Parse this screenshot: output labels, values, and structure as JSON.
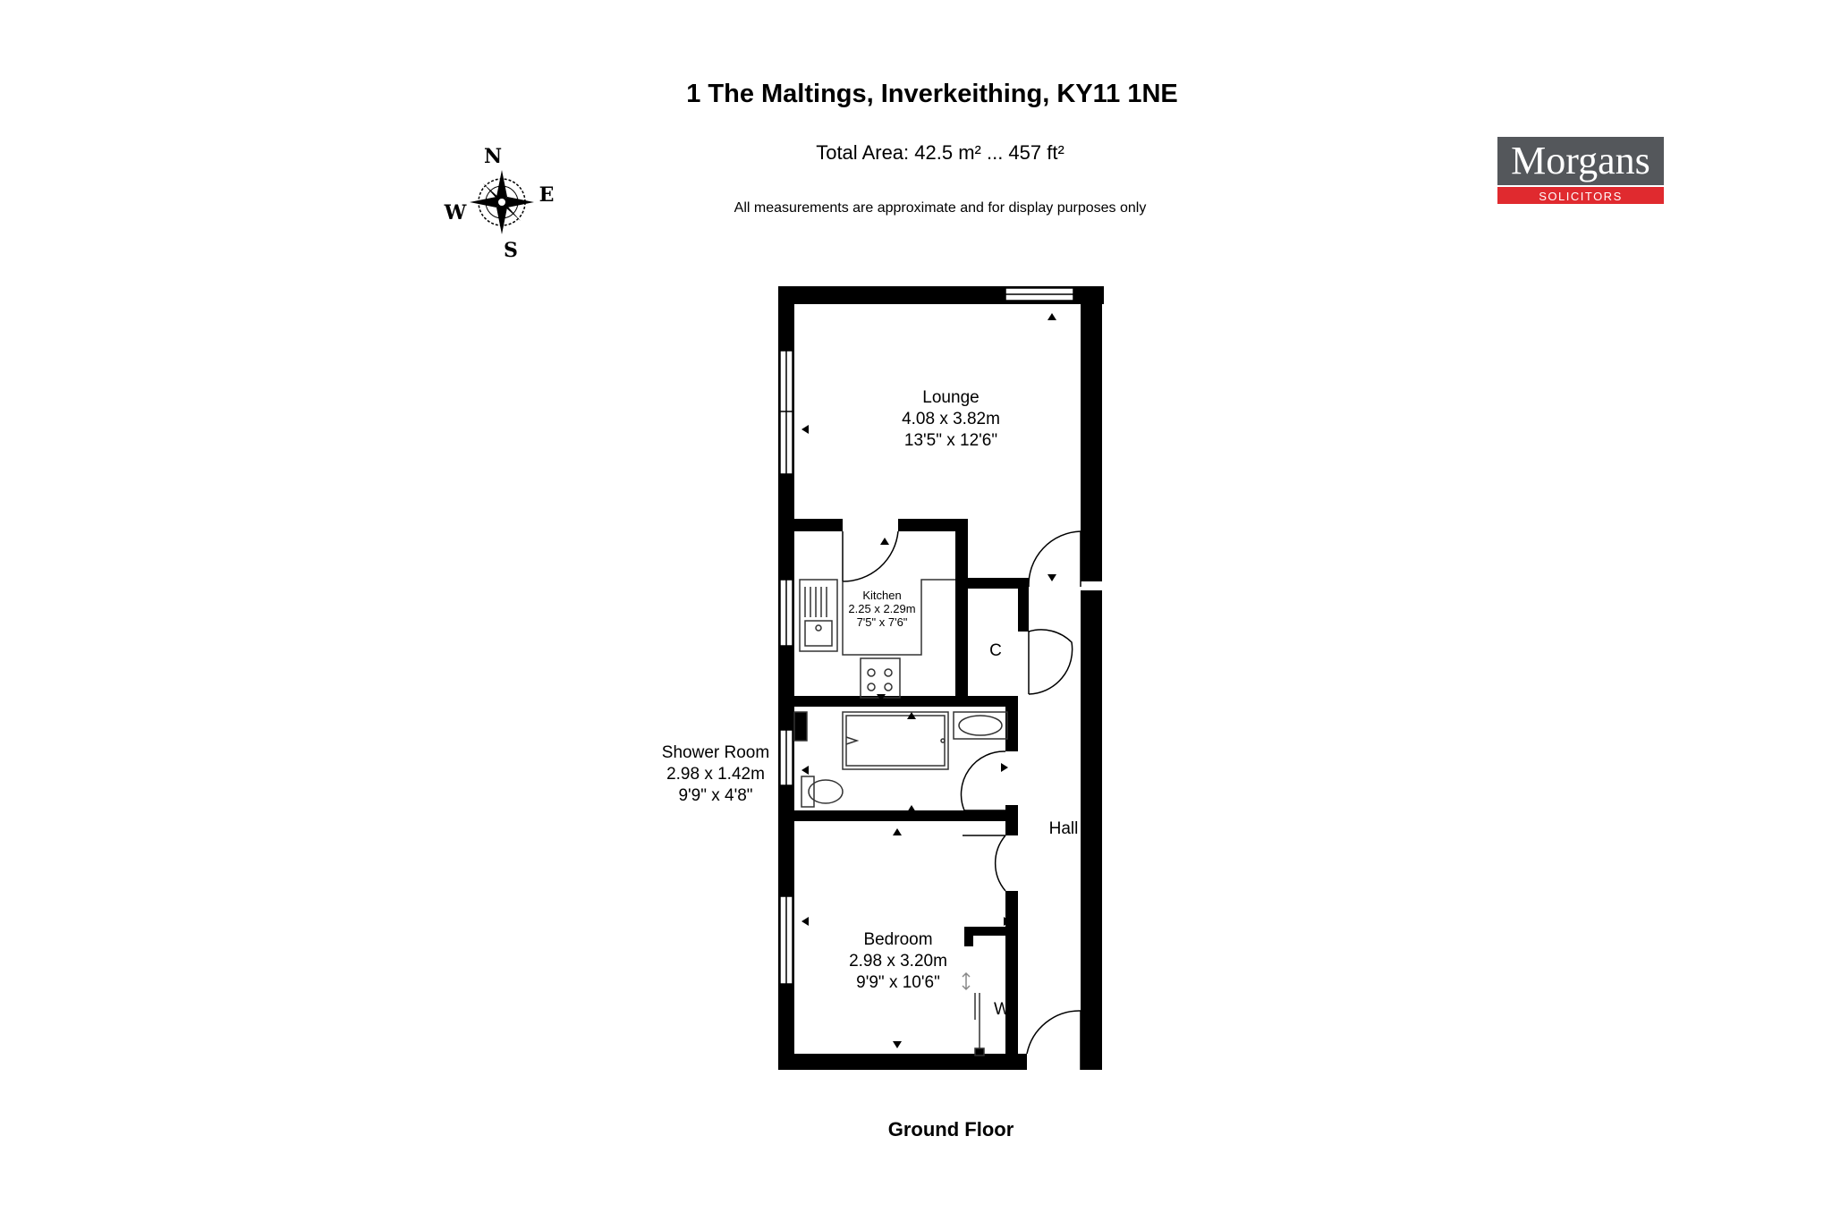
{
  "header": {
    "title": "1 The Maltings, Inverkeithing, KY11 1NE",
    "total_area": "Total Area: 42.5 m² ... 457 ft²",
    "disclaimer": "All measurements are approximate and for display purposes only"
  },
  "logo": {
    "name": "Morgans",
    "tagline": "SOLICITORS",
    "colors": {
      "box": "#54575b",
      "band": "#e02a2f"
    }
  },
  "compass": {
    "n": "N",
    "e": "E",
    "s": "S",
    "w": "W",
    "icon": "compass-rose-icon"
  },
  "rooms": {
    "lounge": {
      "name": "Lounge",
      "metric": "4.08 x 3.82m",
      "imperial": "13'5\" x 12'6\""
    },
    "kitchen": {
      "name": "Kitchen",
      "metric": "2.25 x 2.29m",
      "imperial": "7'5\" x 7'6\""
    },
    "cupboard": {
      "name": "C"
    },
    "shower": {
      "name": "Shower Room",
      "metric": "2.98 x 1.42m",
      "imperial": "9'9\" x 4'8\""
    },
    "hall": {
      "name": "Hall"
    },
    "bedroom": {
      "name": "Bedroom",
      "metric": "2.98 x 3.20m",
      "imperial": "9'9\" x 10'6\""
    },
    "wardrobe": {
      "name": "W"
    }
  },
  "floor_label": "Ground Floor",
  "colors": {
    "wall": "#000000",
    "background": "#ffffff",
    "fixture": "#444444"
  }
}
